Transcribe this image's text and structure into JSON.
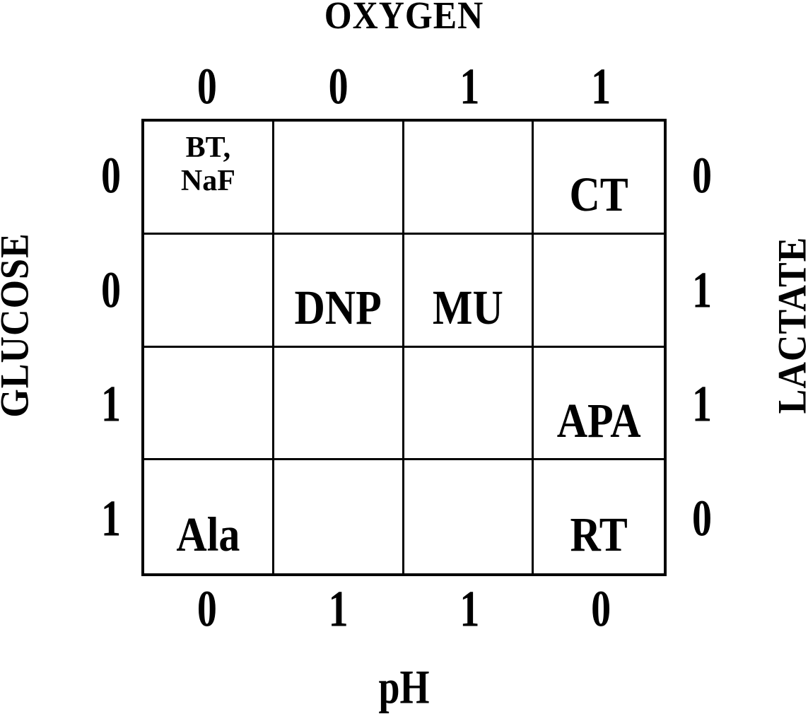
{
  "kmap": {
    "axes": {
      "top": {
        "label": "OXYGEN",
        "values": [
          "0",
          "0",
          "1",
          "1"
        ]
      },
      "bottom": {
        "label": "pH",
        "values": [
          "0",
          "1",
          "1",
          "0"
        ]
      },
      "left": {
        "label": "GLUCOSE",
        "values": [
          "0",
          "0",
          "1",
          "1"
        ]
      },
      "right": {
        "label": "LACTATE",
        "values": [
          "0",
          "1",
          "1",
          "0"
        ]
      }
    },
    "cells": [
      [
        "BT,\nNaF",
        "",
        "",
        "CT"
      ],
      [
        "",
        "DNP",
        "MU",
        ""
      ],
      [
        "",
        "",
        "",
        "APA"
      ],
      [
        "Ala",
        "",
        "",
        "RT"
      ]
    ],
    "colors": {
      "ink": "#000000",
      "background": "#ffffff"
    }
  }
}
